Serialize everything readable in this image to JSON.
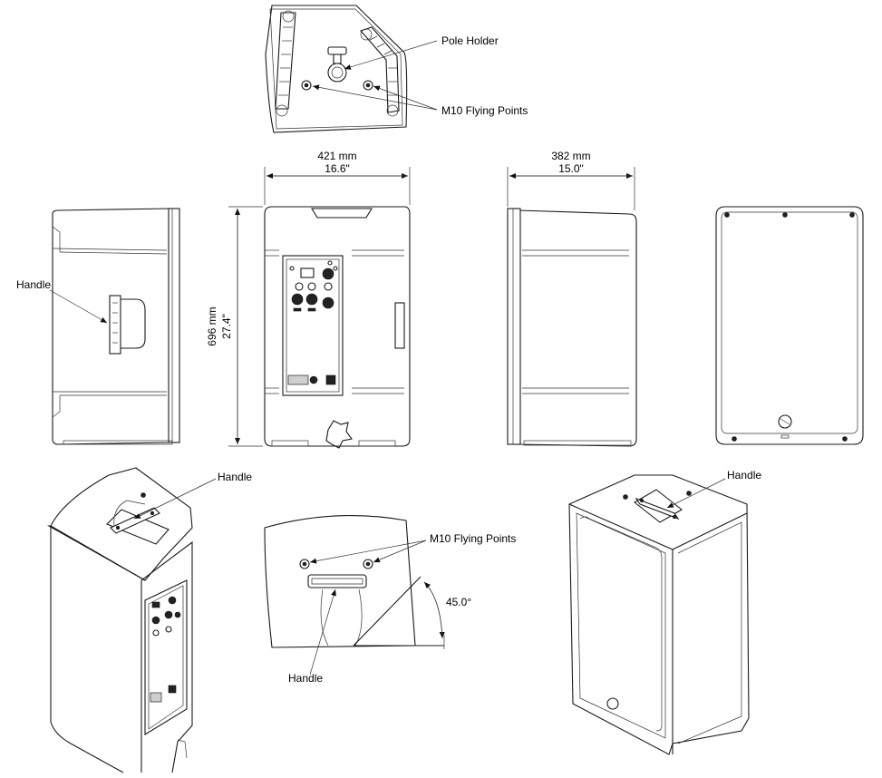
{
  "labels": {
    "pole_holder": "Pole Holder",
    "flying_points_top": "M10 Flying Points",
    "handle_side": "Handle",
    "handle_iso_left": "Handle",
    "handle_iso_right": "Handle",
    "flying_points_detail": "M10 Flying Points",
    "handle_detail": "Handle",
    "angle": "45.0°"
  },
  "dimensions": {
    "width_mm": "421 mm",
    "width_in": "16.6\"",
    "depth_mm": "382 mm",
    "depth_in": "15.0\"",
    "height_mm": "696 mm",
    "height_in": "27.4\""
  },
  "colors": {
    "line": "#1a1a1a",
    "background": "#ffffff"
  }
}
